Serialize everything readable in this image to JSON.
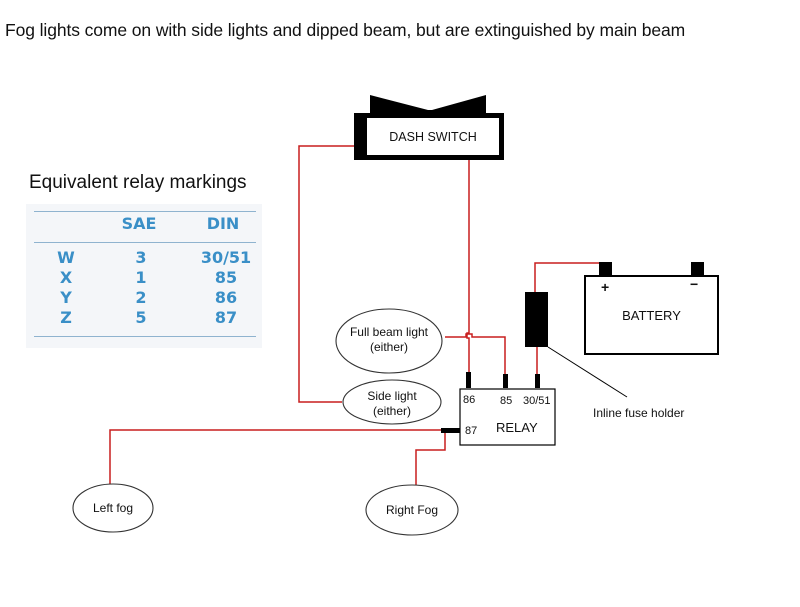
{
  "title": "Fog lights come on with side lights and dipped beam, but are extinguished by main beam",
  "relay_table": {
    "title": "Equivalent relay markings",
    "headers": [
      "",
      "SAE",
      "DIN"
    ],
    "rows": [
      [
        "W",
        "3",
        "30/51"
      ],
      [
        "X",
        "1",
        "85"
      ],
      [
        "Y",
        "2",
        "86"
      ],
      [
        "Z",
        "5",
        "87"
      ]
    ],
    "text_color": "#3a8fc7"
  },
  "components": {
    "dash_switch": "DASH SWITCH",
    "battery": "BATTERY",
    "battery_positive": "+",
    "battery_negative": "−",
    "relay": "RELAY",
    "relay_pins": {
      "p86": "86",
      "p85": "85",
      "p3051": "30/51",
      "p87": "87"
    },
    "full_beam_line1": "Full beam light",
    "full_beam_line2": "(either)",
    "side_light_line1": "Side light",
    "side_light_line2": "(either)",
    "left_fog": "Left fog",
    "right_fog": "Right Fog",
    "fuse_label": "Inline fuse holder"
  },
  "colors": {
    "wire": "#c81e1e",
    "outline": "#000000"
  }
}
